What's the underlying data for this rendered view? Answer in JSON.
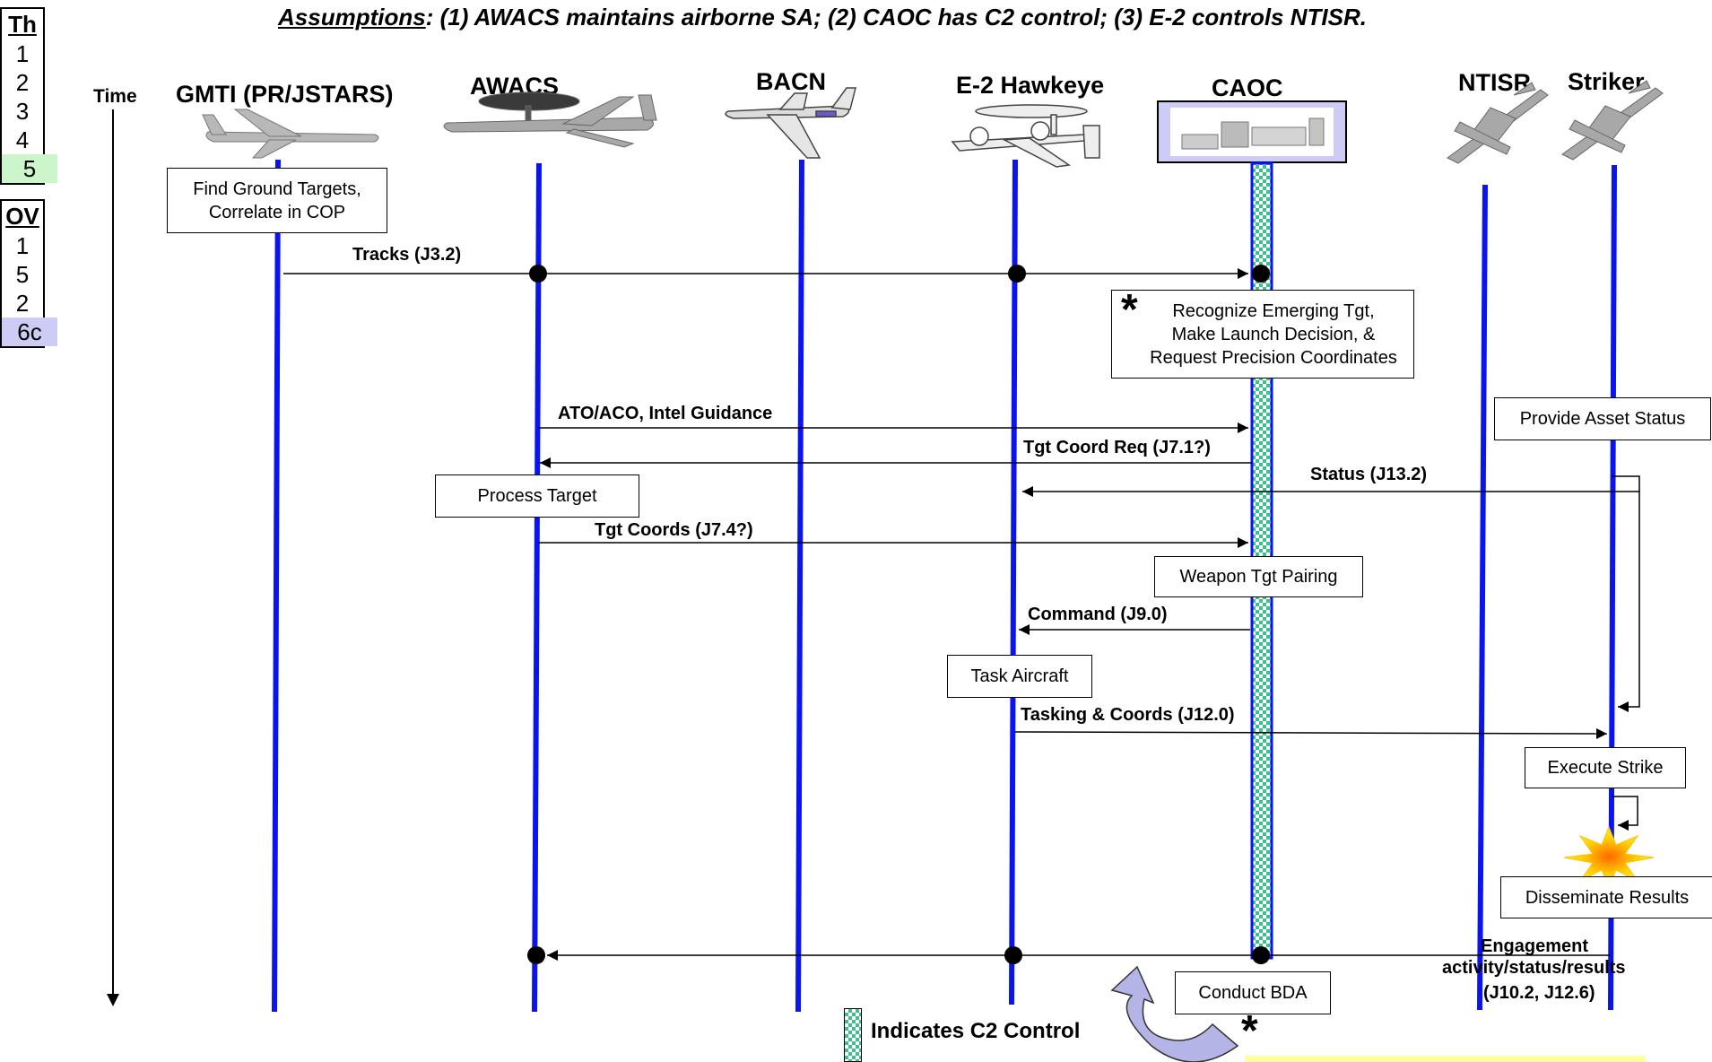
{
  "title": {
    "assumptions_label": "Assumptions",
    "assumptions_text": ": (1) AWACS maintains airborne SA; (2) CAOC has C2 control; (3) E-2 controls NTISR."
  },
  "key_panel": {
    "th_header": "Th",
    "th_items": [
      "1",
      "2",
      "3",
      "4",
      "5"
    ],
    "ov_header": "OV",
    "ov_items": [
      "1",
      "5",
      "2",
      "6c"
    ],
    "highlight_colors": {
      "th_5": "#ccf5cc",
      "ov_6c": "#ccccf5"
    }
  },
  "time_label": "Time",
  "lanes": [
    {
      "id": "gmti",
      "name": "GMTI (PR/JSTARS)",
      "icon": "aircraft-jstars-icon"
    },
    {
      "id": "awacs",
      "name": "AWACS",
      "icon": "aircraft-awacs-icon"
    },
    {
      "id": "bacn",
      "name": "BACN",
      "icon": "aircraft-bacn-icon"
    },
    {
      "id": "e2",
      "name": "E-2 Hawkeye",
      "icon": "aircraft-e2-icon"
    },
    {
      "id": "caoc",
      "name": "CAOC",
      "icon": "caoc-facility-icon"
    },
    {
      "id": "ntisr",
      "name": "NTISR",
      "icon": "fighter-jet-icon"
    },
    {
      "id": "striker",
      "name": "Striker",
      "icon": "fighter-jet-icon"
    }
  ],
  "process_boxes": {
    "find_targets": "Find Ground Targets,\nCorrelate in COP",
    "recognize": "Recognize Emerging Tgt,\nMake Launch Decision, &\nRequest Precision Coordinates",
    "asset_status": "Provide Asset Status",
    "process_target": "Process Target",
    "weapon_pairing": "Weapon Tgt Pairing",
    "task_aircraft": "Task Aircraft",
    "execute_strike": "Execute Strike",
    "disseminate": "Disseminate Results",
    "conduct_bda": "Conduct BDA"
  },
  "messages": {
    "tracks": "Tracks (J3.2)",
    "ato": "ATO/ACO, Intel Guidance",
    "tgt_coord_req": "Tgt Coord Req (J7.1?)",
    "status": "Status (J13.2)",
    "tgt_coords": "Tgt Coords (J7.4?)",
    "command": "Command (J9.0)",
    "tasking": "Tasking & Coords (J12.0)",
    "engagement_1": "Engagement",
    "engagement_2": "activity/status/results",
    "engagement_3": "(J10.2, J12.6)"
  },
  "markers": {
    "asterisk": "*"
  },
  "legend": {
    "c2_label": "Indicates C2 Control"
  },
  "colors": {
    "lifeline": "#0a14f0",
    "c2_checker": "#3cc08c",
    "key_green": "#ccf5cc",
    "key_blue": "#ccccf5",
    "curved_arrow": "#b4b4e6",
    "highlight_yellow": "#ffff99"
  }
}
